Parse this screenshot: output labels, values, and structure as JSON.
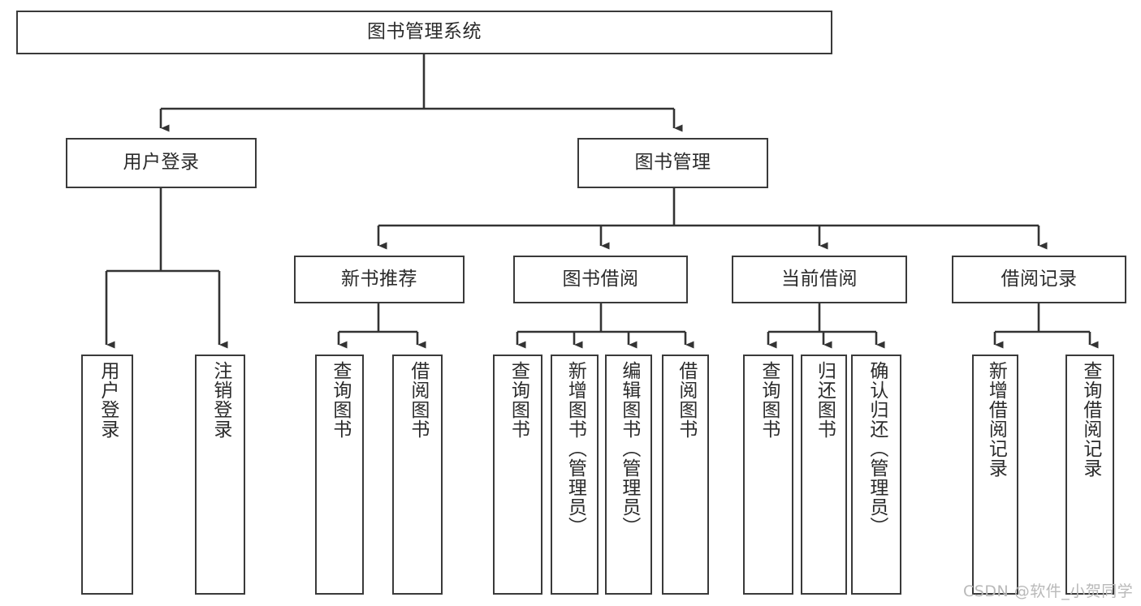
{
  "diagram": {
    "type": "tree",
    "title": "图书管理系统",
    "watermark": "CSDN @软件_小贺同学",
    "colors": {
      "box_border": "#3a3a3a",
      "box_fill": "#ffffff",
      "text": "#2b2b2b",
      "connector": "#333333",
      "watermark": "#b9b9b9",
      "background": "#ffffff"
    },
    "levels": {
      "level0": [
        {
          "id": "root",
          "label": "图书管理系统"
        }
      ],
      "level1": [
        {
          "id": "user-login",
          "label": "用户登录"
        },
        {
          "id": "book-management",
          "label": "图书管理"
        }
      ],
      "level2": [
        {
          "id": "new-book-recommend",
          "label": "新书推荐"
        },
        {
          "id": "book-borrow",
          "label": "图书借阅"
        },
        {
          "id": "current-borrow",
          "label": "当前借阅"
        },
        {
          "id": "borrow-record",
          "label": "借阅记录"
        }
      ],
      "level3": [
        {
          "id": "leaf-user-login",
          "label": "用户登录",
          "parent": "user-login"
        },
        {
          "id": "leaf-logout-login",
          "label": "注销登录",
          "parent": "user-login"
        },
        {
          "id": "leaf-query-book-1",
          "label": "查询图书",
          "parent": "new-book-recommend"
        },
        {
          "id": "leaf-borrow-book-1",
          "label": "借阅图书",
          "parent": "new-book-recommend"
        },
        {
          "id": "leaf-query-book-2",
          "label": "查询图书",
          "parent": "book-borrow"
        },
        {
          "id": "leaf-add-book",
          "label": "新增图书（管理员）",
          "parent": "book-borrow"
        },
        {
          "id": "leaf-edit-book",
          "label": "编辑图书（管理员）",
          "parent": "book-borrow"
        },
        {
          "id": "leaf-borrow-book-2",
          "label": "借阅图书",
          "parent": "book-borrow"
        },
        {
          "id": "leaf-query-book-3",
          "label": "查询图书",
          "parent": "current-borrow"
        },
        {
          "id": "leaf-return-book",
          "label": "归还图书",
          "parent": "current-borrow"
        },
        {
          "id": "leaf-confirm-return",
          "label": "确认归还（管理员）",
          "parent": "current-borrow"
        },
        {
          "id": "leaf-add-record",
          "label": "新增借阅记录",
          "parent": "borrow-record"
        },
        {
          "id": "leaf-query-record",
          "label": "查询借阅记录",
          "parent": "borrow-record"
        }
      ]
    }
  }
}
